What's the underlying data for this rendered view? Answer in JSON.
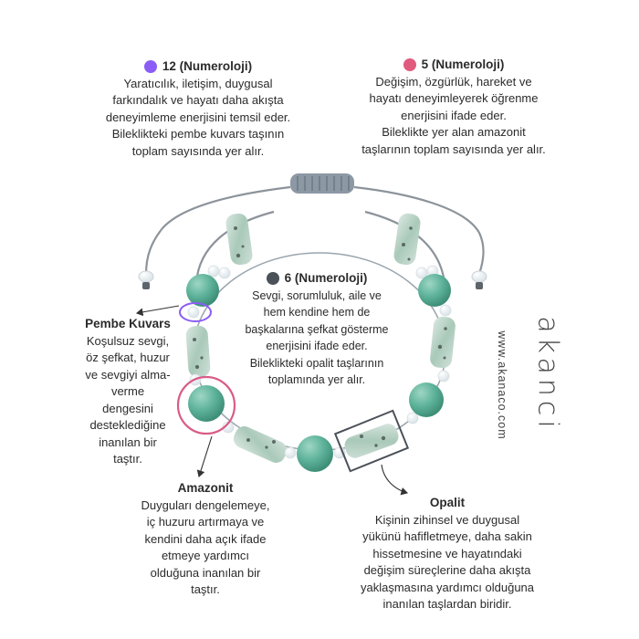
{
  "numerology": [
    {
      "title": "12 (Numeroloji)",
      "dot_color": "#8b5cf6",
      "lines": [
        "Yaratıcılık, iletişim, duygusal",
        "farkındalık ve hayatı daha akışta",
        "deneyimleme enerjisini temsil eder.",
        "Bileklikteki pembe kuvars taşının",
        "toplam sayısında yer alır."
      ]
    },
    {
      "title": "5 (Numeroloji)",
      "dot_color": "#e05a7d",
      "lines": [
        "Değişim, özgürlük, hareket ve",
        "hayatı deneyimleyerek öğrenme",
        "enerjisini ifade eder.",
        "Bileklikte yer alan amazonit",
        "taşlarının toplam sayısında yer alır."
      ]
    },
    {
      "title": "6 (Numeroloji)",
      "dot_color": "#4b5158",
      "lines": [
        "Sevgi, sorumluluk, aile ve",
        "hem kendine hem de",
        "başkalarına şefkat gösterme",
        "enerjisini ifade eder.",
        "Bileklikteki opalit taşlarının",
        "toplamında yer alır."
      ]
    }
  ],
  "stones": [
    {
      "title": "Pembe Kuvars",
      "lines": [
        "Koşulsuz sevgi,",
        "öz şefkat, huzur",
        "ve sevgiyi alma-",
        "verme",
        "dengesini",
        "desteklediğine",
        "inanılan bir",
        "taştır."
      ]
    },
    {
      "title": "Amazonit",
      "lines": [
        "Duyguları dengelemeye,",
        "iç huzuru artırmaya ve",
        "kendini daha açık ifade",
        "etmeye yardımcı",
        "olduğuna inanılan bir",
        "taştır."
      ]
    },
    {
      "title": "Opalit",
      "lines": [
        "Kişinin zihinsel ve duygusal",
        "yükünü hafifletmeye, daha sakin",
        "hissetmesine ve hayatındaki",
        "değişim süreçlerine daha akışta",
        "yaklaşmasına yardımcı olduğuna",
        "inanılan taşlardan biridir."
      ]
    }
  ],
  "brand": {
    "logo": "akanci",
    "website": "www.akanaco.com"
  },
  "colors": {
    "pink_highlight": "#d85c86",
    "purple_highlight": "#8b5cf6",
    "box_outline": "#4b5158",
    "cord": "#8c939b",
    "amazonite": "#5fb39b",
    "jasper_bead": "#b9d3c6",
    "spacer_bead": "#eef3f5"
  }
}
